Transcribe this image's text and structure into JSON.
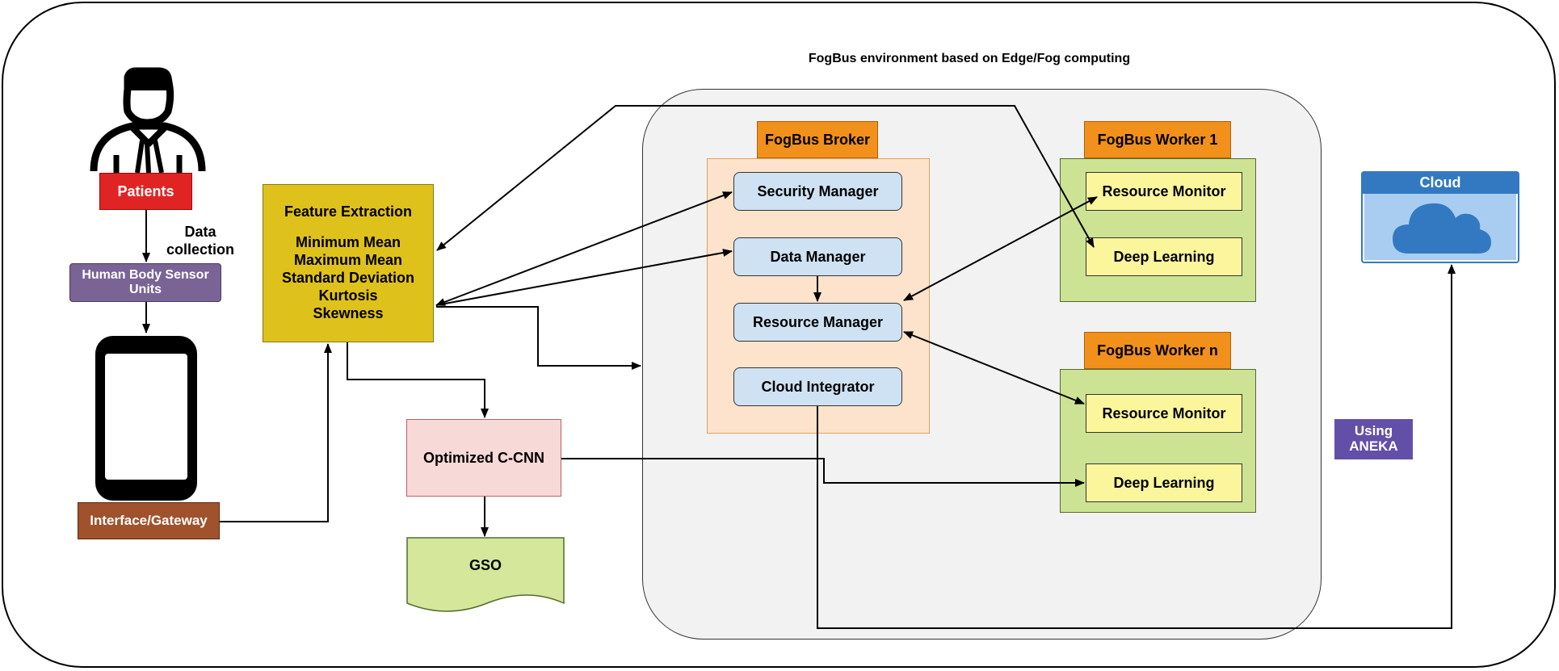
{
  "diagram": {
    "title": "FogBus environment based on Edge/Fog computing",
    "patients": "Patients",
    "data_collection": "Data collection",
    "sensor_units": "Human Body Sensor Units",
    "gateway": "Interface/Gateway",
    "feature_extraction": {
      "title": "Feature Extraction",
      "items": [
        "Minimum Mean",
        "Maximum Mean",
        "Standard Deviation",
        "Kurtosis",
        "Skewness"
      ]
    },
    "optimized_cnn": "Optimized C-CNN",
    "gso": "GSO",
    "broker": {
      "label": "FogBus Broker",
      "managers": [
        "Security Manager",
        "Data Manager",
        "Resource Manager",
        "Cloud Integrator"
      ]
    },
    "worker1": {
      "label": "FogBus Worker 1",
      "items": [
        "Resource Monitor",
        "Deep Learning"
      ]
    },
    "workern": {
      "label": "FogBus Worker n",
      "items": [
        "Resource Monitor",
        "Deep Learning"
      ]
    },
    "cloud": "Cloud",
    "aneka": "Using ANEKA"
  },
  "colors": {
    "patients": "#e02424",
    "sensor": "#7a6496",
    "gateway": "#a0522d",
    "feature": "#dfc11c",
    "optimized": "#f7d9d7",
    "gso": "#d4e79a",
    "broker_fill": "#fde3cb",
    "tab": "#f1901a",
    "manager": "#cfe2f3",
    "worker_fill": "#cde394",
    "worker_item": "#fbf69b",
    "aneka": "#6250a8",
    "cloud": "#3379c2"
  },
  "icons": [
    "patient-icon",
    "smartphone-icon",
    "cloud-icon"
  ]
}
